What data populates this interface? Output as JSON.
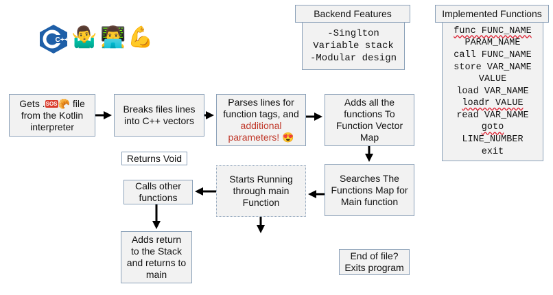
{
  "backend": {
    "title": "Backend Features",
    "items": [
      "-Singlton",
      "Variable stack",
      "-Modular design"
    ]
  },
  "implemented": {
    "title": "Implemented Functions",
    "items": [
      "func FUNC_NAME",
      "PARAM_NAME",
      "call FUNC_NAME",
      "store VAR_NAME",
      "VALUE",
      "load VAR_NAME",
      "loadr VALUE",
      "read VAR_NAME",
      "goto",
      "LINE_NUMBER",
      "exit"
    ]
  },
  "logo": {
    "text": "C++",
    "color": "#1e5fa8"
  },
  "emojis": [
    "🤷‍♂️",
    "👨‍💻",
    "💪"
  ],
  "flow": {
    "gets": {
      "l1_pre": "Gets .",
      "l1_sos": "SOS",
      "l1_post": "🥐 file",
      "l2": "from the Kotlin",
      "l3": "interpreter"
    },
    "breaks": {
      "l1": "Breaks files lines",
      "l2": "into C++ vectors"
    },
    "parses": {
      "l1": "Parses lines for",
      "l2": "function tags, and",
      "l3": "additional",
      "l4": "parameters! 😍"
    },
    "adds": {
      "l1": "Adds all the",
      "l2": "functions To",
      "l3": "Function Vector",
      "l4": "Map"
    },
    "returns_void": "Returns Void",
    "searches": {
      "l1": "Searches The",
      "l2": "Functions Map for",
      "l3": "Main function"
    },
    "starts": {
      "l1": "Starts Running",
      "l2": "through main",
      "l3": "Function"
    },
    "calls": {
      "l1": "Calls other",
      "l2": "functions"
    },
    "adds_return": {
      "l1": "Adds return",
      "l2": "to the Stack",
      "l3": "and returns to",
      "l4": "main"
    },
    "eof": {
      "l1": "End of file?",
      "l2": "Exits program"
    }
  }
}
